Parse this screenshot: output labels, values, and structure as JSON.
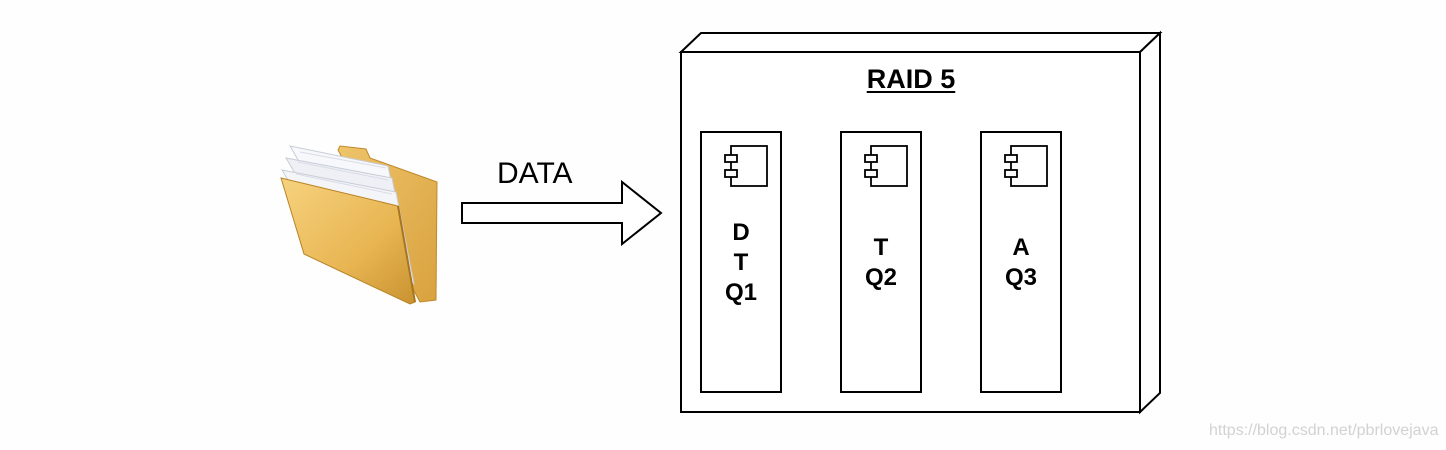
{
  "flow": {
    "arrow_label": "DATA"
  },
  "raid": {
    "title": "RAID 5",
    "disks": [
      {
        "lines": [
          "D",
          "T",
          "Q1"
        ]
      },
      {
        "lines": [
          "T",
          "Q2"
        ]
      },
      {
        "lines": [
          "A",
          "Q3"
        ]
      }
    ]
  },
  "icons": {
    "source": "folder-with-documents-icon",
    "disk": "component-icon"
  },
  "colors": {
    "folder": "#e8b552",
    "folder_dark": "#c89230",
    "paper": "#f2f4f8",
    "stroke": "#000000",
    "watermark": "#d2d2d2"
  },
  "watermark": "https://blog.csdn.net/pbrlovejava"
}
